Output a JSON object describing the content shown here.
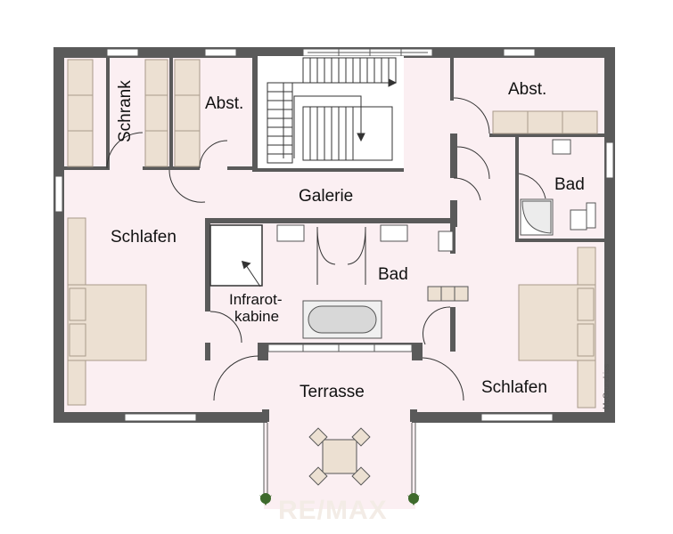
{
  "rooms": {
    "schrank": "Schrank",
    "abst_left": "Abst.",
    "abst_right": "Abst.",
    "galerie": "Galerie",
    "bad_right": "Bad",
    "schlafen_left": "Schlafen",
    "bad_center": "Bad",
    "infrarot_line1": "Infrarot-",
    "infrarot_line2": "kabine",
    "terrasse": "Terrasse",
    "schlafen_right": "Schlafen"
  },
  "credit": "McGrundriss",
  "watermark": "RE/MAX",
  "colors": {
    "floor": "#fbeff2",
    "wall": "#5a5a5a",
    "furniture": "#ece0d2",
    "furniture_stroke": "#a89a8a"
  }
}
